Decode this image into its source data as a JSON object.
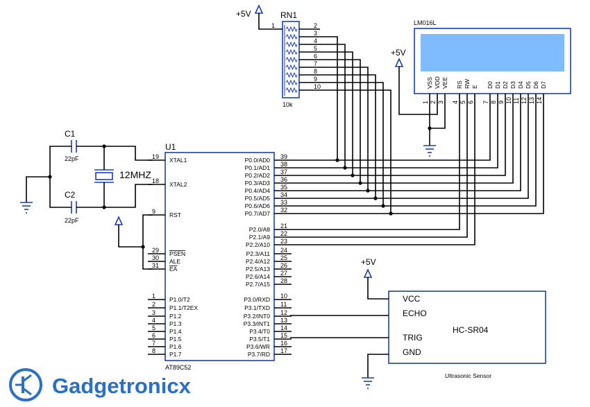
{
  "mcu": {
    "ref": "U1",
    "part": "AT89C52",
    "left_pins": [
      {
        "num": "19",
        "label": "XTAL1"
      },
      {
        "num": "18",
        "label": "XTAL2"
      },
      {
        "num": "9",
        "label": "RST"
      },
      {
        "num": "29",
        "label": "PSEN"
      },
      {
        "num": "30",
        "label": "ALE"
      },
      {
        "num": "31",
        "label": "EA"
      },
      {
        "num": "1",
        "label": "P1.0/T2"
      },
      {
        "num": "2",
        "label": "P1.1/T2EX"
      },
      {
        "num": "3",
        "label": "P1.2"
      },
      {
        "num": "4",
        "label": "P1.3"
      },
      {
        "num": "5",
        "label": "P1.4"
      },
      {
        "num": "6",
        "label": "P1.5"
      },
      {
        "num": "7",
        "label": "P1.6"
      },
      {
        "num": "8",
        "label": "P1.7"
      }
    ],
    "right_pins": [
      {
        "num": "39",
        "label": "P0.0/AD0"
      },
      {
        "num": "38",
        "label": "P0.1/AD1"
      },
      {
        "num": "37",
        "label": "P0.2/AD2"
      },
      {
        "num": "36",
        "label": "P0.3/AD3"
      },
      {
        "num": "35",
        "label": "P0.4/AD4"
      },
      {
        "num": "34",
        "label": "P0.5/AD5"
      },
      {
        "num": "33",
        "label": "P0.6/AD6"
      },
      {
        "num": "32",
        "label": "P0.7/AD7"
      },
      {
        "num": "21",
        "label": "P2.0/A8"
      },
      {
        "num": "22",
        "label": "P2.1/A9"
      },
      {
        "num": "23",
        "label": "P2.2/A10"
      },
      {
        "num": "24",
        "label": "P2.3/A11"
      },
      {
        "num": "25",
        "label": "P2.4/A12"
      },
      {
        "num": "26",
        "label": "P2.5/A13"
      },
      {
        "num": "27",
        "label": "P2.6/A14"
      },
      {
        "num": "28",
        "label": "P2.7/A15"
      },
      {
        "num": "10",
        "label": "P3.0/RXD"
      },
      {
        "num": "11",
        "label": "P3.1/TXD"
      },
      {
        "num": "12",
        "label": "P3.2/INT0"
      },
      {
        "num": "13",
        "label": "P3.3/INT1"
      },
      {
        "num": "14",
        "label": "P3.4/T0"
      },
      {
        "num": "15",
        "label": "P3.5/T1"
      },
      {
        "num": "16",
        "label": "P3.6/WR"
      },
      {
        "num": "17",
        "label": "P3.7/RD"
      }
    ]
  },
  "resistor_network": {
    "ref": "RN1",
    "value": "10k",
    "common_pin": "1",
    "pins": [
      "2",
      "3",
      "4",
      "5",
      "6",
      "7",
      "8",
      "9",
      "10"
    ]
  },
  "lcd": {
    "ref": "LM016L",
    "screen_color": "#7fbcff",
    "pins": [
      {
        "num": "1",
        "label": "VSS"
      },
      {
        "num": "2",
        "label": "VDD"
      },
      {
        "num": "3",
        "label": "VEE"
      },
      {
        "num": "4",
        "label": "RS"
      },
      {
        "num": "5",
        "label": "RW"
      },
      {
        "num": "6",
        "label": "E"
      },
      {
        "num": "7",
        "label": "D0"
      },
      {
        "num": "8",
        "label": "D1"
      },
      {
        "num": "9",
        "label": "D2"
      },
      {
        "num": "10",
        "label": "D3"
      },
      {
        "num": "11",
        "label": "D4"
      },
      {
        "num": "12",
        "label": "D5"
      },
      {
        "num": "13",
        "label": "D6"
      },
      {
        "num": "14",
        "label": "D7"
      }
    ]
  },
  "crystal": {
    "label": "12MHZ"
  },
  "capacitors": [
    {
      "ref": "C1",
      "value": "22pF"
    },
    {
      "ref": "C2",
      "value": "22pF"
    }
  ],
  "sensor": {
    "name": "HC-SR04",
    "caption": "Ultrasonic Sensor",
    "pins": [
      "VCC",
      "ECHO",
      "TRIG",
      "GND"
    ]
  },
  "power": {
    "label": "+5V"
  },
  "brand": {
    "name": "Gadgetronicx",
    "color": "#2a6fc9"
  },
  "colors": {
    "wire": "#000000",
    "component": "#1a3fb5"
  }
}
